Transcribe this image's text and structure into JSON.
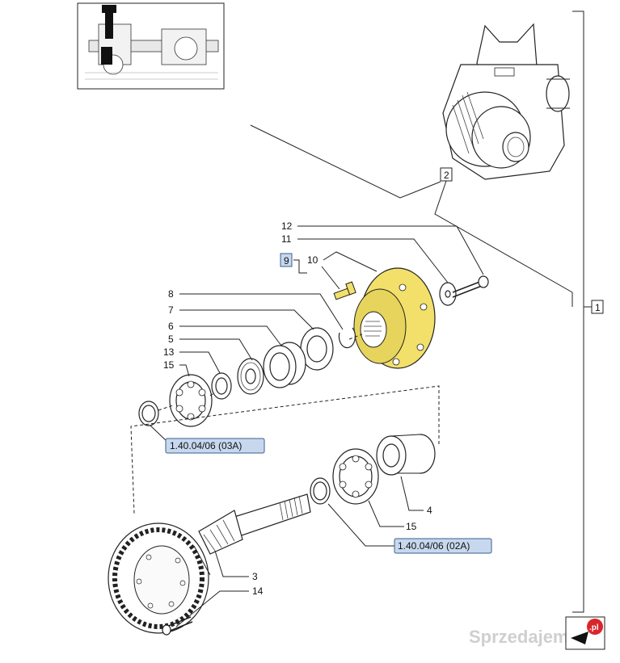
{
  "callouts": {
    "c1": "1",
    "c2": "2",
    "c3": "3",
    "c4": "4",
    "c5": "5",
    "c6": "6",
    "c7": "7",
    "c8": "8",
    "c9": "9",
    "c10": "10",
    "c11": "11",
    "c12": "12",
    "c13": "13",
    "c14": "14",
    "c15a": "15",
    "c15b": "15"
  },
  "references": {
    "ref_03a": "1.40.04/06 (03A)",
    "ref_02a": "1.40.04/06 (02A)"
  },
  "watermark": "Sprzedajemy",
  "watermark_badge": ".pl",
  "colors": {
    "highlight_part": "#f2e06a",
    "reference_fill": "#c7d8ee",
    "watermark_red": "#d9262b"
  }
}
